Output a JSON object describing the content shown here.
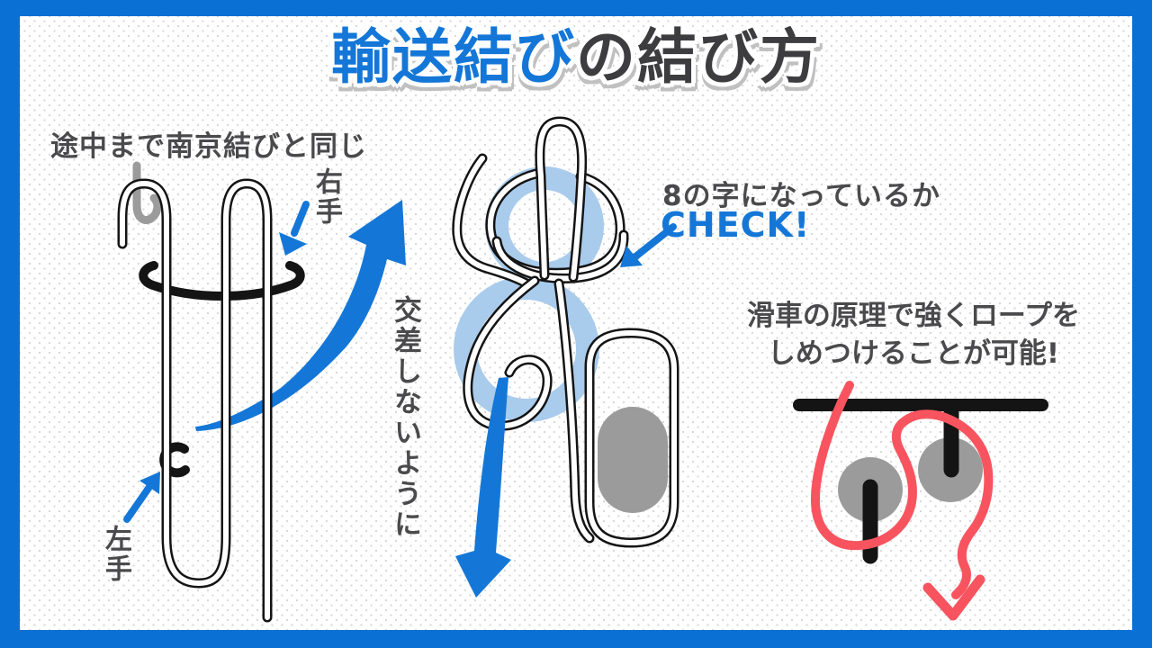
{
  "title": {
    "highlight": "輸送結び",
    "rest": "の結び方"
  },
  "sections": {
    "left": {
      "caption": "途中まで南京結びと同じ",
      "right_hand_label": "右手",
      "left_hand_label": "左手"
    },
    "middle": {
      "note_vertical": "交差しないように",
      "check_question": "8の字になっているか",
      "check_word": "CHECK!"
    },
    "right": {
      "caption_line1": "滑車の原理で強くロープを",
      "caption_line2": "しめつけることが可能!"
    }
  },
  "icons": {
    "up_swoosh_arrow": "blue curved arrow pointing up-right",
    "down_swoosh_arrow": "blue curved arrow pointing down",
    "right_hand_arrow": "blue arrow pointing down-left at rope",
    "left_hand_arrow": "blue arrow pointing up-right at rope grip",
    "check_arrow": "blue arrow pointing at figure-eight",
    "red_rope_arrow": "red rope path arrow pointing down"
  },
  "colors": {
    "frame_blue": "#0b70d3",
    "accent_blue": "#1477d8",
    "light_blue": "#a9cbec",
    "text_dark": "#4a4a4c",
    "title_dark": "#3d3d3f",
    "rope_red": "#f8545f",
    "gray": "#9b9b9b",
    "ink": "#141414",
    "dot": "#d9d9d9",
    "shadow_gray": "#c0c0c0"
  }
}
